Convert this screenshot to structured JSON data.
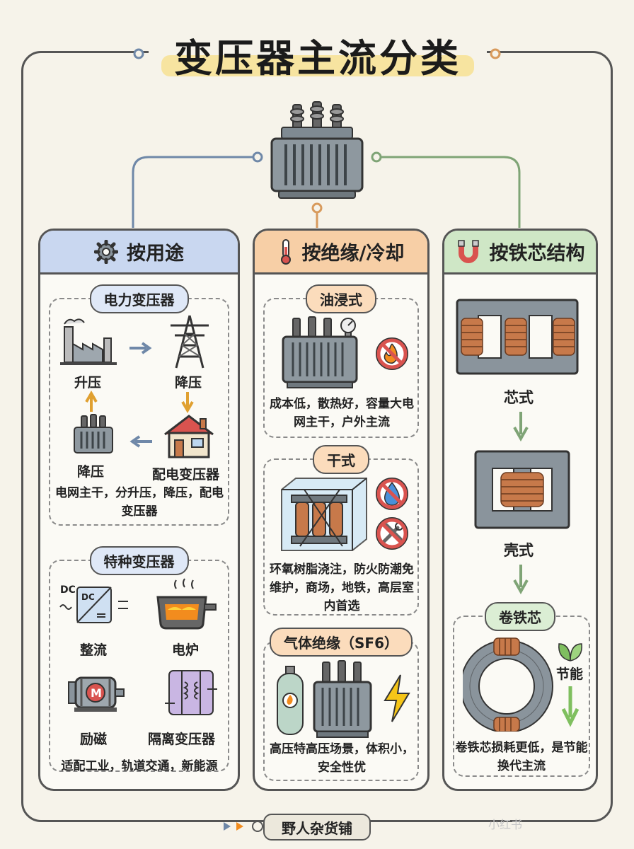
{
  "title": "变压器主流分类",
  "footer": "野人杂货铺",
  "watermark": "小红书",
  "colors": {
    "blue": "#c9d7f0",
    "orange": "#f7cfa6",
    "green": "#cfe7c6",
    "copper": "#c7794a",
    "steel": "#8a949c"
  },
  "columns": {
    "purpose": {
      "heading": "按用途",
      "icon": "gear-icon",
      "power": {
        "title": "电力变压器",
        "steps": [
          "升压",
          "降压",
          "配电变压器",
          "降压"
        ],
        "desc": "电网主干，分升压，降压，配电变压器"
      },
      "special": {
        "title": "特种变压器",
        "items": [
          "整流",
          "电炉",
          "励磁",
          "隔离变压器"
        ],
        "rectifier_label": "DC",
        "desc": "适配工业，轨道交通，新能源"
      }
    },
    "insulation": {
      "heading": "按绝缘/冷却",
      "icon": "thermometer-icon",
      "oil": {
        "title": "油浸式",
        "desc": "成本低，散热好，容量大电网主干，户外主流"
      },
      "dry": {
        "title": "干式",
        "desc": "环氧树脂浇注，防火防潮免维护，商场，地铁，高层室内首选"
      },
      "gas": {
        "title": "气体绝缘（SF6）",
        "desc": "高压特高压场景，体积小，安全性优"
      }
    },
    "core": {
      "heading": "按铁芯结构",
      "icon": "magnet-icon",
      "core_type": "芯式",
      "shell_type": "壳式",
      "wound": {
        "title": "卷铁芯",
        "saving": "节能",
        "desc": "卷铁芯损耗更低，是节能换代主流"
      }
    }
  }
}
